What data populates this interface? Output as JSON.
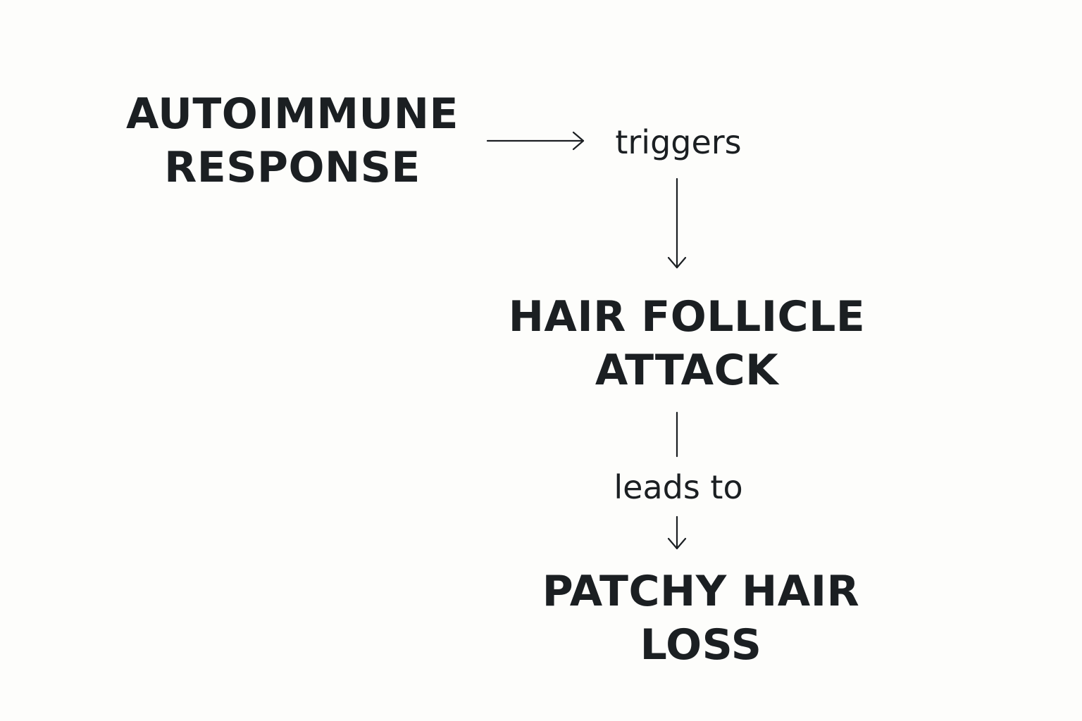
{
  "nodes": [
    {
      "lines": [
        "AUTOIMMUNE",
        "RESPONSE"
      ]
    },
    {
      "lines": [
        "HAIR FOLLICLE",
        "ATTACK"
      ]
    },
    {
      "lines": [
        "PATCHY HAIR",
        "LOSS"
      ]
    }
  ],
  "edges": [
    {
      "from": 0,
      "to": 1,
      "label": "triggers"
    },
    {
      "from": 1,
      "to": 2,
      "label": "leads to"
    }
  ],
  "colors": {
    "text": "#1b1f22",
    "background": "#fdfdfb"
  }
}
